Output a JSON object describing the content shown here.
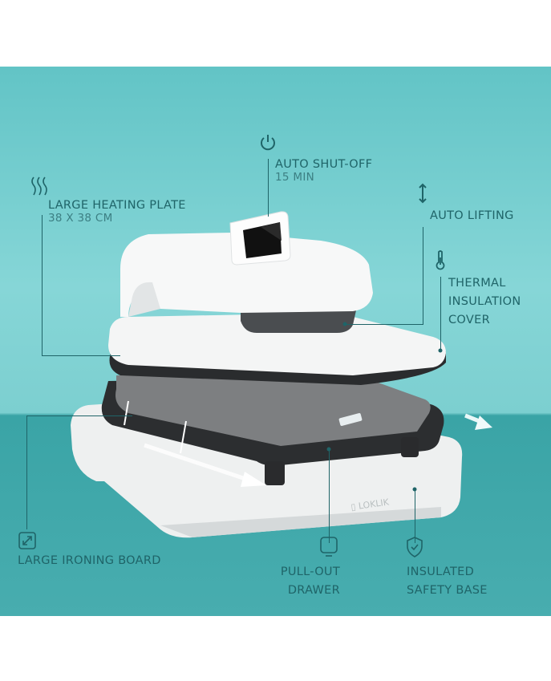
{
  "features": {
    "auto_shutoff": {
      "title": "AUTO SHUT-OFF",
      "detail": "15 MIN",
      "icon": "power-icon"
    },
    "heating_plate": {
      "title": "LARGE HEATING PLATE",
      "detail": "38 X 38 CM",
      "icon": "heat-waves-icon"
    },
    "auto_lifting": {
      "title": "AUTO LIFTING",
      "icon": "vertical-arrows-icon"
    },
    "thermal_cover": {
      "lines": [
        "THERMAL",
        "INSULATION",
        "COVER"
      ],
      "icon": "thermometer-icon"
    },
    "ironing_board": {
      "title": "LARGE IRONING BOARD",
      "icon": "expand-icon"
    },
    "drawer": {
      "lines": [
        "PULL-OUT",
        "DRAWER"
      ],
      "icon": "drawer-icon"
    },
    "safety_base": {
      "lines": [
        "INSULATED",
        "SAFETY BASE"
      ],
      "icon": "shield-check-icon"
    }
  },
  "brand": "LOKLIK",
  "colors": {
    "text": "#1f6468",
    "sky": "#86d6d7",
    "floor": "#48adaf"
  }
}
